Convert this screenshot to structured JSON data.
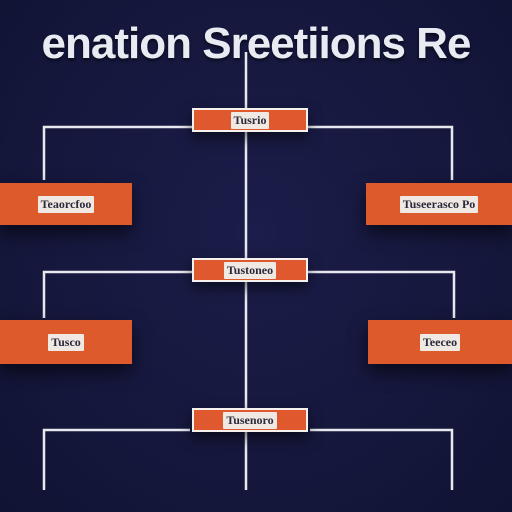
{
  "title": "enation Sreetiions Re",
  "nodes": {
    "top_center": "Tusrio",
    "upper_left": "Teaorcfoo",
    "upper_right": "Tuseerasco Po",
    "middle_center": "Tustoneo",
    "lower_left": "Tusco",
    "lower_right": "Teeceo",
    "bottom_center": "Tusenoro"
  },
  "colors": {
    "background": "#14163a",
    "node_fill": "#e0582e",
    "connector": "#e8e8ef"
  }
}
